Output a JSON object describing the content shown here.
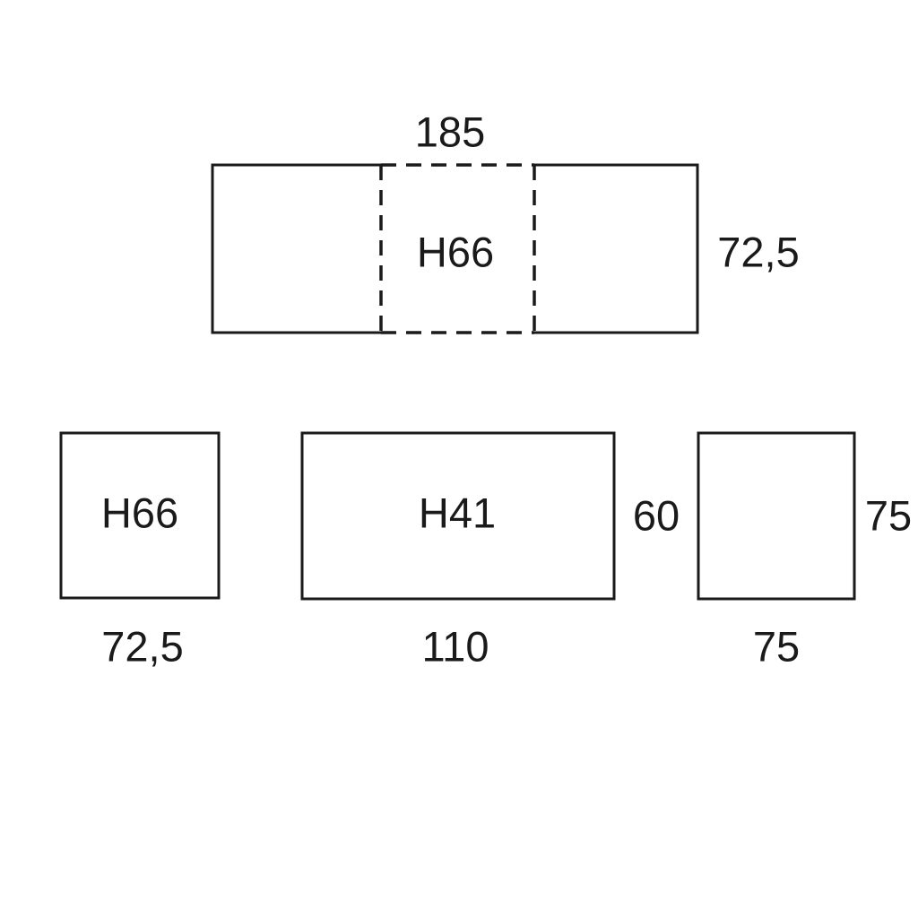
{
  "style": {
    "background": "#ffffff",
    "line_color": "#1a1a1a",
    "text_color": "#1a1a1a"
  },
  "diagrams": {
    "table_extended": {
      "width": "185",
      "height_label": "H66",
      "depth": "72,5"
    },
    "table_closed": {
      "height_label": "H66",
      "width": "72,5"
    },
    "bench": {
      "height_label": "H41",
      "depth": "60",
      "width": "110"
    },
    "cube": {
      "depth": "75",
      "width": "75"
    }
  }
}
